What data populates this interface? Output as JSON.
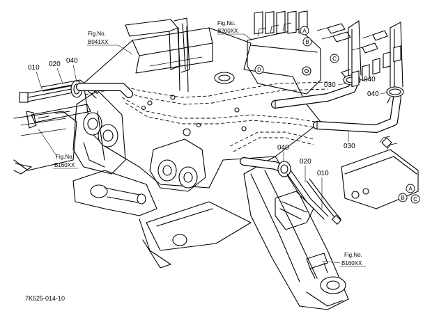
{
  "parts": {
    "p010_left": "010",
    "p020_left": "020",
    "p040_left": "040",
    "p030_mid": "030",
    "p040_rt_a": "040",
    "p040_rt_b": "040",
    "p030_low": "030",
    "p040_low": "040",
    "p020_low": "020",
    "p010_low": "010"
  },
  "fig_refs": {
    "b041": {
      "line1": "Fig.No.",
      "line2": "B041XX"
    },
    "b200": {
      "line1": "Fig.No.",
      "line2": "B200XX"
    },
    "b160_left": {
      "line1": "Fig.No.",
      "line2": "B160XX"
    },
    "b160_right": {
      "line1": "Fig.No.",
      "line2": "B160XX"
    }
  },
  "ports_top": [
    "A",
    "B",
    "C",
    "D"
  ],
  "ports_bottom": [
    "A",
    "B",
    "C"
  ],
  "drawing_code": "7K525-014-10"
}
